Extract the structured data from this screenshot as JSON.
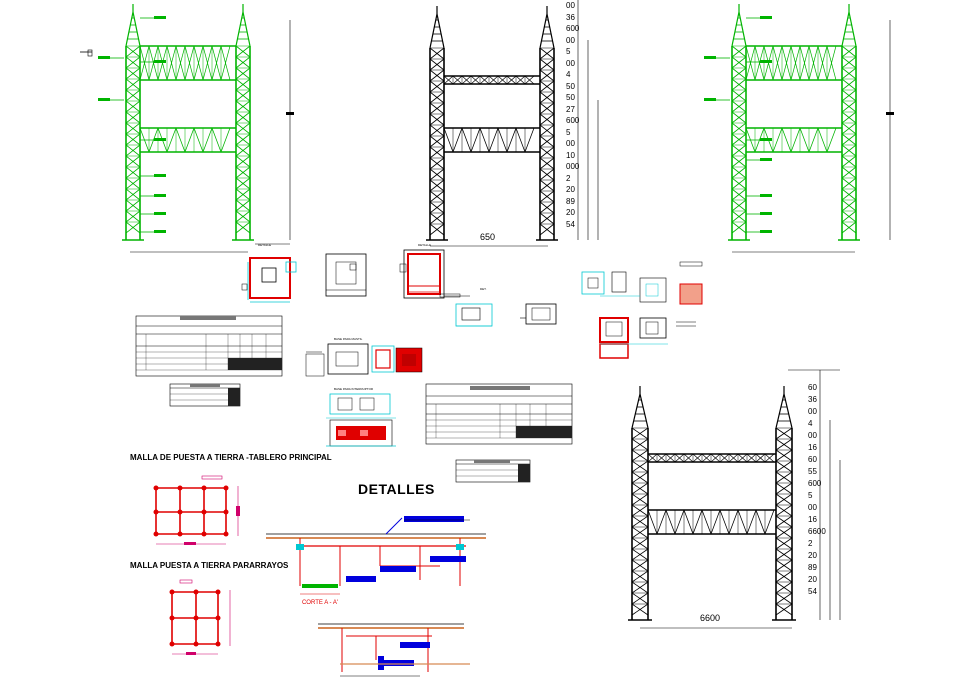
{
  "colors": {
    "background": "#ffffff",
    "green_tower": "#00b400",
    "black_tower": "#000000",
    "red": "#e00000",
    "cyan": "#00c8d2",
    "blue": "#0000dd",
    "magenta": "#d0006a",
    "gray": "#8a8a8a",
    "orange": "#d88a55"
  },
  "texts": {
    "dim_top_center": "650",
    "dim_bottom_right": "6600",
    "title_detalles": "DETALLES",
    "title_malla_tablero": "MALLA DE PUESTA A TIERRA -TABLERO PRINCIPAL",
    "title_malla_pararrayos": "MALLA PUESTA A TIERRA PARARRAYOS",
    "corte_label": "CORTE A - A'"
  },
  "dims": {
    "center_tower": [
      "00",
      "36",
      "600",
      "00",
      "5",
      "00",
      "4",
      "50",
      "50",
      "27",
      "600",
      "5",
      "00",
      "10",
      "000",
      "2",
      "20",
      "89",
      "20",
      "54"
    ],
    "bottom_tower": [
      "60",
      "36",
      "00",
      "4",
      "00",
      "16",
      "60",
      "55",
      "600",
      "5",
      "00",
      "16",
      "6600",
      "2",
      "20",
      "89",
      "20",
      "54"
    ]
  },
  "icons": {
    "tower_green_left": "lattice-tower-green",
    "tower_center": "lattice-tower-black",
    "tower_green_right": "lattice-tower-green",
    "tower_bottom": "lattice-tower-black"
  }
}
